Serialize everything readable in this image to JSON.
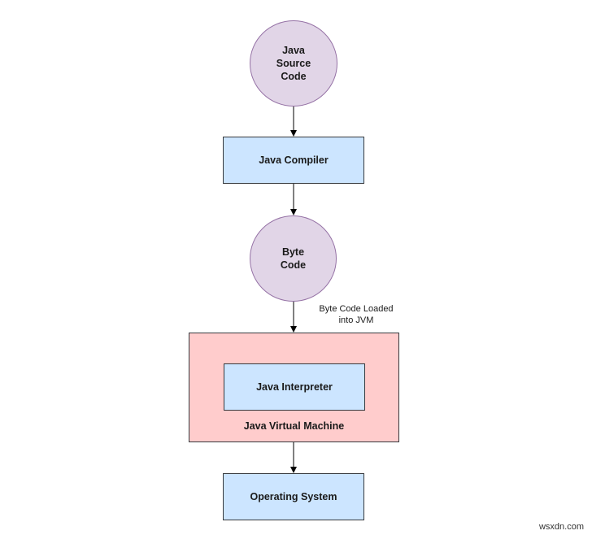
{
  "diagram": {
    "nodes": {
      "source_code": "Java\nSource\nCode",
      "compiler": "Java Compiler",
      "byte_code": "Byte\nCode",
      "interpreter": "Java Interpreter",
      "jvm": "Java Virtual Machine",
      "os": "Operating System"
    },
    "edge_labels": {
      "byte_code_loaded": "Byte Code Loaded\ninto JVM"
    },
    "colors": {
      "circle_fill": "#e1d5e7",
      "circle_border": "#9673a6",
      "process_fill": "#cce5ff",
      "jvm_fill": "#ffcccc",
      "arrow": "#000000"
    }
  },
  "watermark": "wsxdn.com"
}
